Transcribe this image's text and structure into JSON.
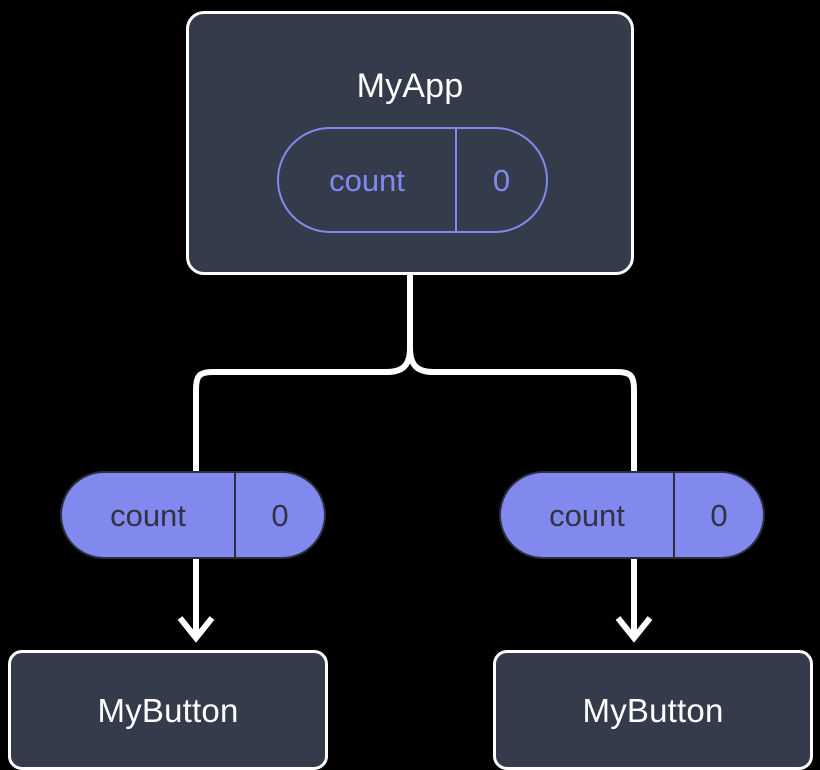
{
  "diagram": {
    "type": "component-tree",
    "background_color": "#000000",
    "node_fill_color": "#343b4a",
    "node_border_color": "#ffffff",
    "state_accent_color": "#8189ef",
    "state_text_color": "#2f3440",
    "connector_color": "#ffffff"
  },
  "root": {
    "title": "MyApp",
    "state": {
      "key": "count",
      "value": "0"
    }
  },
  "children": [
    {
      "title": "MyButton",
      "prop": {
        "key": "count",
        "value": "0"
      }
    },
    {
      "title": "MyButton",
      "prop": {
        "key": "count",
        "value": "0"
      }
    }
  ]
}
